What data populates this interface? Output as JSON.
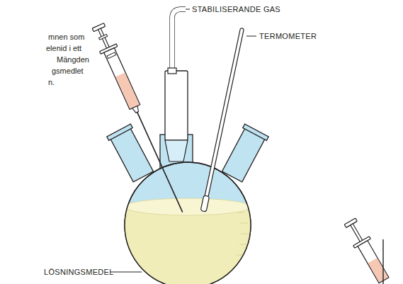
{
  "diagram": {
    "labels": [
      "STABILISERANDE GAS",
      "TERMOMETER",
      "LÖSNINGSMEDEL",
      "mnen som",
      "elenid i ett",
      "Mängden",
      "gsmedlet",
      "n."
    ]
  }
}
